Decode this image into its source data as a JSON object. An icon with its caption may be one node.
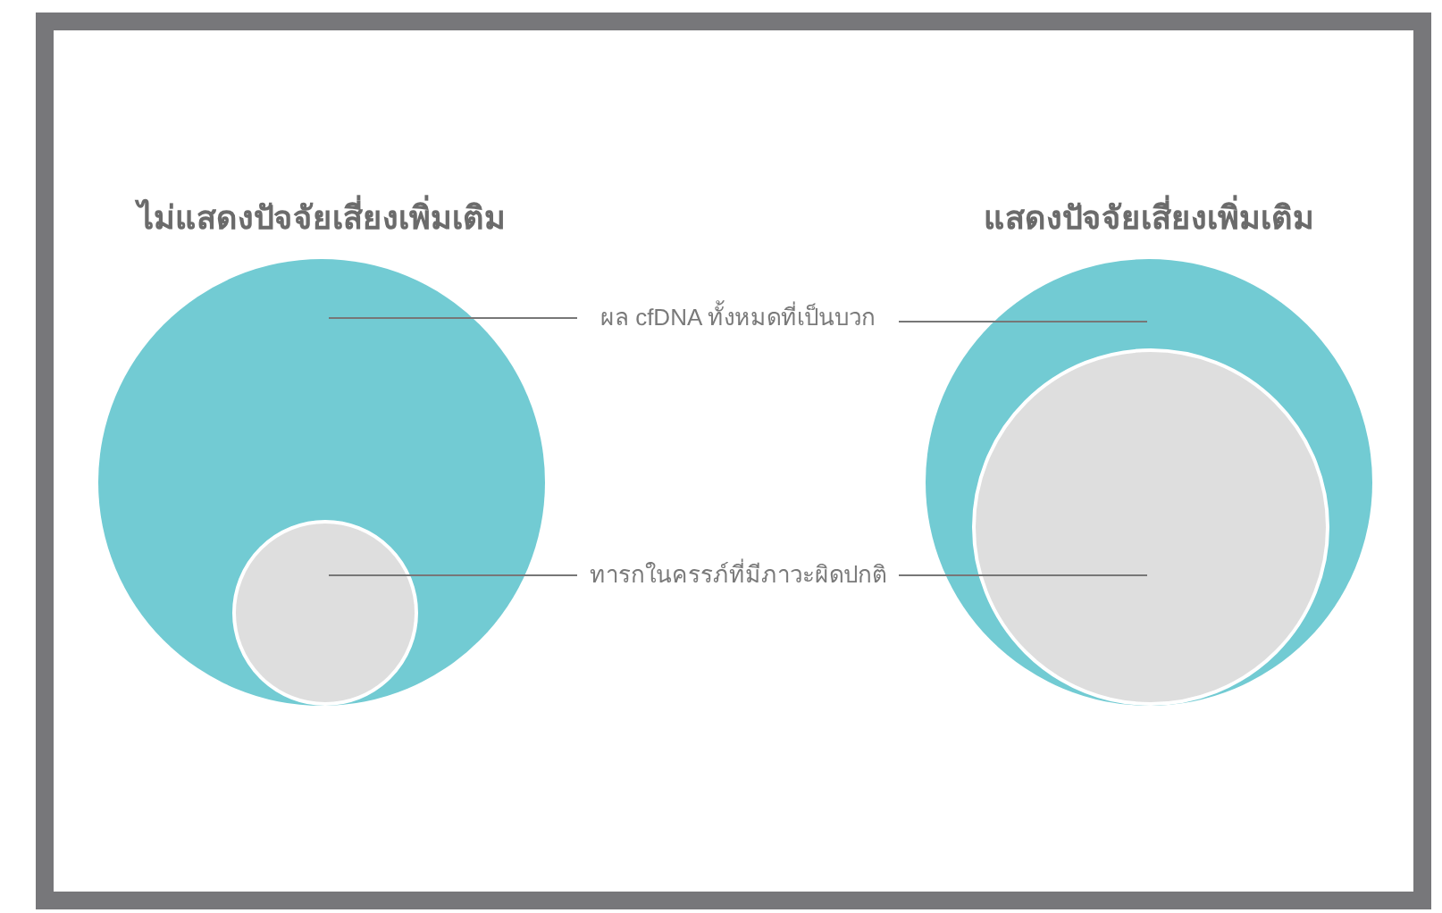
{
  "diagram": {
    "nodes": [
      {
        "text": [
          "ไม่แสดงปัจจัยเสี่ยงเพิ่มเติม"
        ]
      },
      {
        "text": [],
        "shape": "circle",
        "in": 0
      },
      {
        "text": [
          "แสดงปัจจัยเสี่ยงเพิ่มเติม"
        ]
      },
      {
        "text": [],
        "shape": "circle",
        "in": 2
      },
      {
        "text": [
          "ผล cfDNA ทั้งหมดที่เป็นบวก"
        ]
      },
      {
        "text": [
          "ทารกในครรภ์ที่มีภาวะผิดปกติ"
        ]
      }
    ],
    "edges": [
      {
        "from": 4,
        "to": 0,
        "arrow": "none"
      },
      {
        "from": 4,
        "to": 2,
        "arrow": "none"
      },
      {
        "from": 5,
        "to": 1,
        "arrow": "none"
      },
      {
        "from": 5,
        "to": 3,
        "arrow": "none"
      }
    ]
  }
}
